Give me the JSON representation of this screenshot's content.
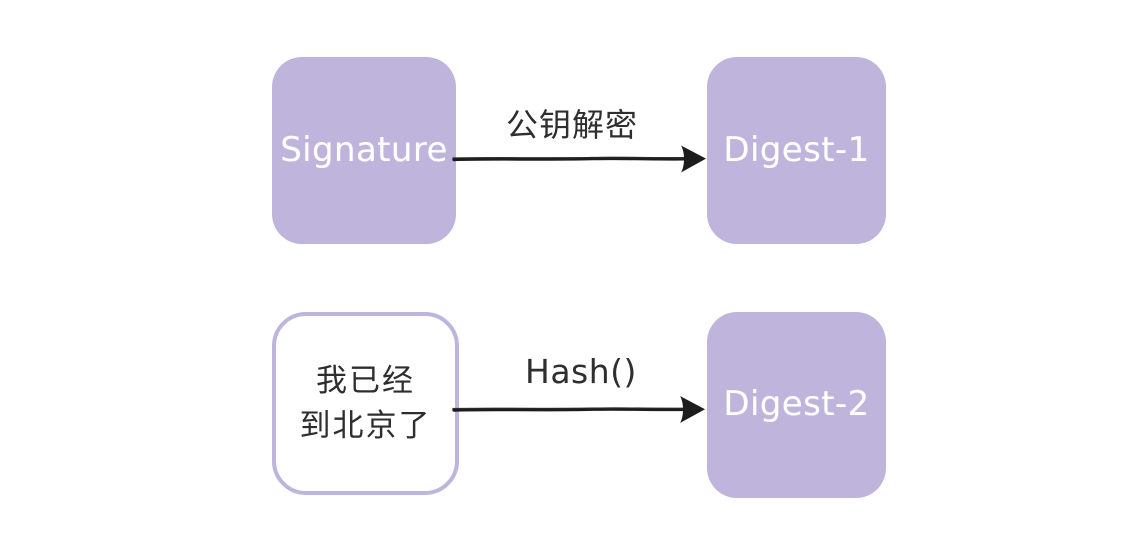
{
  "diagram": {
    "title": "signature-verification-flow",
    "background_color": "#ffffff",
    "accent_color": "#bfb4dc",
    "text_on_accent_color": "#ffffff",
    "text_color": "#2e2e2e",
    "arrow_color": "#1c1c1c"
  },
  "nodes": [
    {
      "id": "signature",
      "label": "Signature",
      "style": "filled",
      "fill": "#bfb4dc",
      "text_color": "#ffffff"
    },
    {
      "id": "digest-1",
      "label": "Digest-1",
      "style": "filled",
      "fill": "#bfb4dc",
      "text_color": "#ffffff"
    },
    {
      "id": "message",
      "label_line_1": "我已经",
      "label_line_2": "到北京了",
      "style": "outlined",
      "fill": "#ffffff",
      "border_color": "#bfb4dc",
      "text_color": "#2e2e2e"
    },
    {
      "id": "digest-2",
      "label": "Digest-2",
      "style": "filled",
      "fill": "#bfb4dc",
      "text_color": "#ffffff"
    }
  ],
  "edges": [
    {
      "id": "edge-1",
      "from": "signature",
      "to": "digest-1",
      "label": "公钥解密",
      "direction": "right"
    },
    {
      "id": "edge-2",
      "from": "message",
      "to": "digest-2",
      "label": "Hash()",
      "direction": "right"
    }
  ]
}
